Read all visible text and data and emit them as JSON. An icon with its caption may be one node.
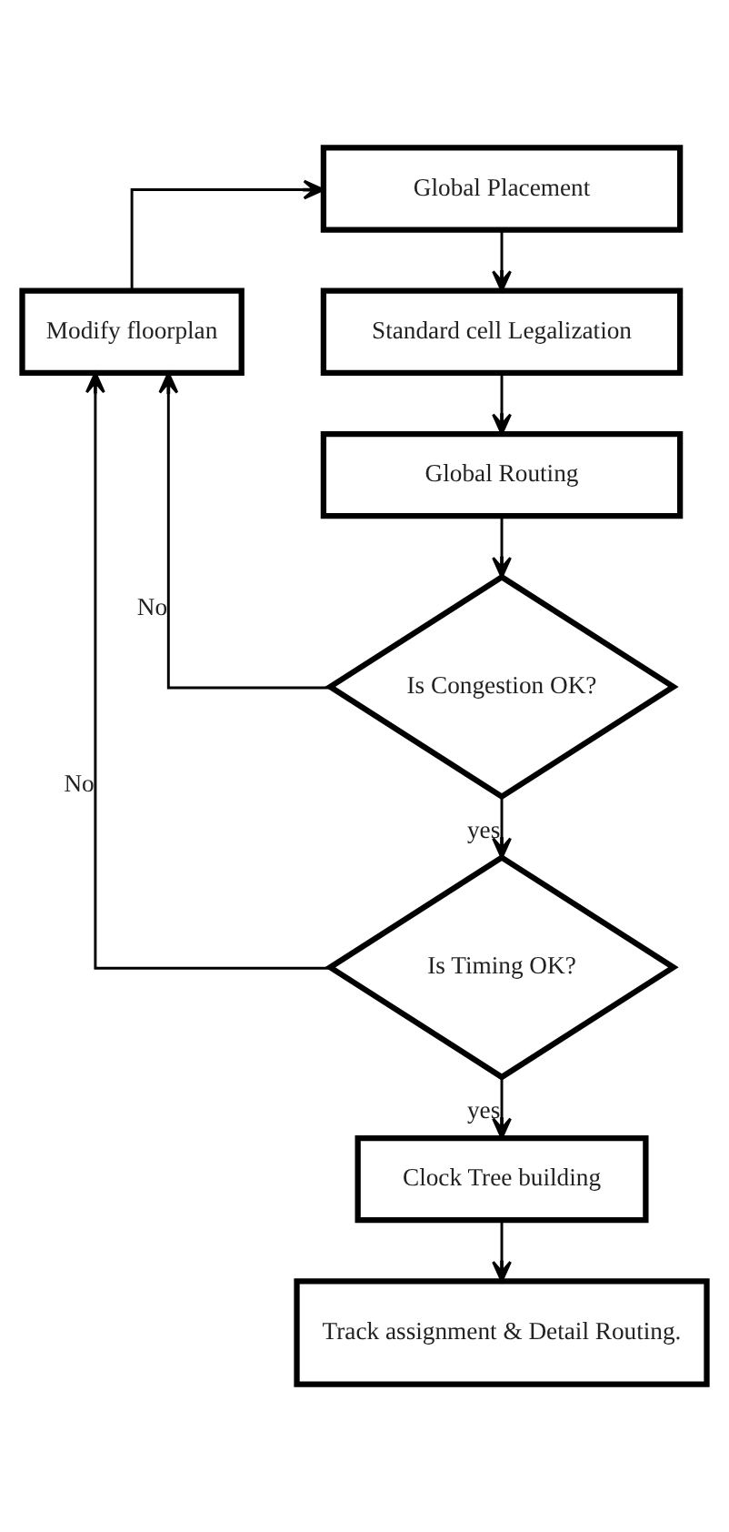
{
  "diagram": {
    "nodes": [
      {
        "text": [
          "Global Placement"
        ]
      },
      {
        "text": [
          "Standard cell Legalization"
        ]
      },
      {
        "text": [
          "Modify floorplan"
        ]
      },
      {
        "text": [
          "Global Routing"
        ]
      },
      {
        "text": [
          "Is Congestion OK?"
        ]
      },
      {
        "text": [
          "Is Timing OK?"
        ]
      },
      {
        "text": [
          "Clock Tree building"
        ]
      },
      {
        "text": [
          "Track assignment & Detail Routing."
        ]
      }
    ],
    "edges": [
      {
        "from": 0,
        "to": 1,
        "arrow": "to"
      },
      {
        "from": 1,
        "to": 3,
        "arrow": "to"
      },
      {
        "from": 3,
        "to": 4,
        "arrow": "to"
      },
      {
        "from": 4,
        "to": 2,
        "arrow": "to",
        "label": "No"
      },
      {
        "from": 4,
        "to": 5,
        "arrow": "to",
        "label": "yes"
      },
      {
        "from": 5,
        "to": 2,
        "arrow": "to",
        "label": "No"
      },
      {
        "from": 5,
        "to": 6,
        "arrow": "to",
        "label": "yes"
      },
      {
        "from": 6,
        "to": 7,
        "arrow": "to"
      },
      {
        "from": 2,
        "to": 0,
        "arrow": "to"
      }
    ]
  }
}
